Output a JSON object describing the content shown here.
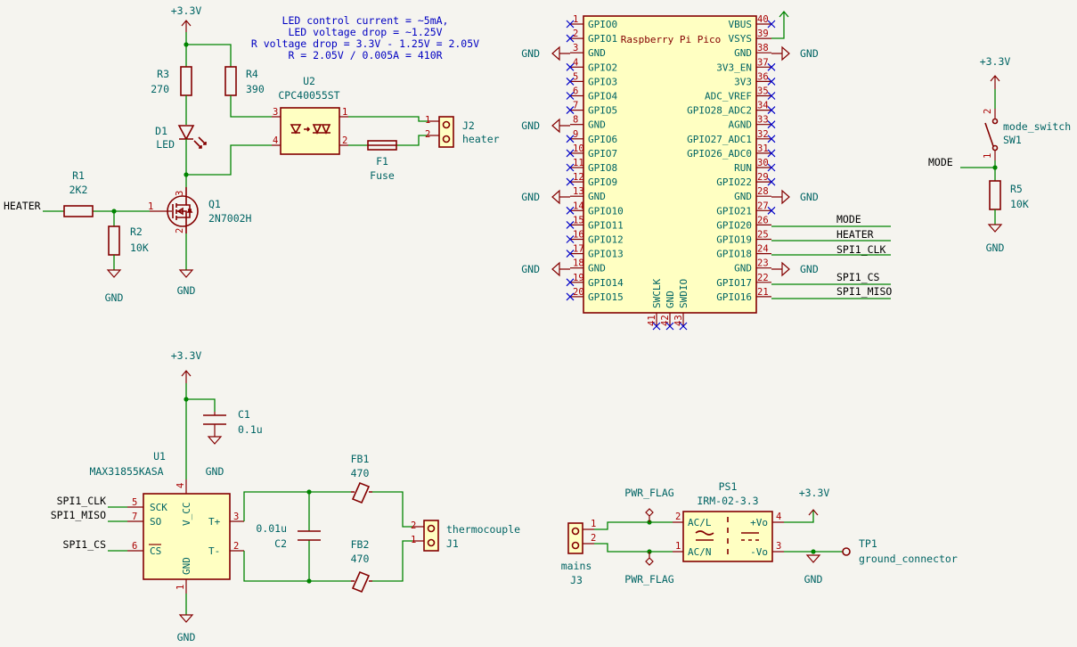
{
  "note": {
    "lines": [
      "LED control current = ~5mA,",
      "LED voltage drop = ~1.25V",
      "R voltage drop = 3.3V - 1.25V = 2.05V",
      "R = 2.05V / 0.005A = 410R"
    ]
  },
  "power": {
    "v33": "+3.3V",
    "gnd": "GND",
    "pwr_flag": "PWR_FLAG"
  },
  "labels": {
    "heater": "HEATER",
    "mode": "MODE",
    "spi_clk": "SPI1_CLK",
    "spi_cs": "SPI1_CS",
    "spi_miso": "SPI1_MISO"
  },
  "components": {
    "r1": {
      "ref": "R1",
      "value": "2K2"
    },
    "r2": {
      "ref": "R2",
      "value": "10K"
    },
    "r3": {
      "ref": "R3",
      "value": "270"
    },
    "r4": {
      "ref": "R4",
      "value": "390"
    },
    "r5": {
      "ref": "R5",
      "value": "10K"
    },
    "d1": {
      "ref": "D1",
      "value": "LED"
    },
    "q1": {
      "ref": "Q1",
      "value": "2N7002H"
    },
    "u2": {
      "ref": "U2",
      "value": "CPC40055ST"
    },
    "f1": {
      "ref": "F1",
      "value": "Fuse"
    },
    "j2": {
      "ref": "J2",
      "value": "heater"
    },
    "sw1": {
      "ref": "SW1",
      "value": "mode_switch"
    },
    "c1": {
      "ref": "C1",
      "value": "0.1u"
    },
    "c2": {
      "ref": "C2",
      "value": "0.01u"
    },
    "u1": {
      "ref": "U1",
      "value": "MAX31855KASA"
    },
    "fb1": {
      "ref": "FB1",
      "value": "470"
    },
    "fb2": {
      "ref": "FB2",
      "value": "470"
    },
    "j1": {
      "ref": "J1",
      "value": "thermocouple"
    },
    "j3": {
      "ref": "J3",
      "value": "mains"
    },
    "ps1": {
      "ref": "PS1",
      "value": "IRM-02-3.3"
    },
    "tp1": {
      "ref": "TP1",
      "value": "ground_connector"
    }
  },
  "u1_pins": {
    "sck": "SCK",
    "so": "SO",
    "cs": "CS",
    "vcc": "V_CC",
    "gnd": "GND",
    "tplus": "T+",
    "tminus": "T-"
  },
  "ps1_pins": {
    "acl": "AC/L",
    "acn": "AC/N",
    "vop": "+Vo",
    "von": "-Vo"
  },
  "pico": {
    "title": "Raspberry Pi Pico",
    "left_pins": [
      {
        "num": "1",
        "name": "GPIO0"
      },
      {
        "num": "2",
        "name": "GPIO1"
      },
      {
        "num": "3",
        "name": "GND"
      },
      {
        "num": "4",
        "name": "GPIO2"
      },
      {
        "num": "5",
        "name": "GPIO3"
      },
      {
        "num": "6",
        "name": "GPIO4"
      },
      {
        "num": "7",
        "name": "GPIO5"
      },
      {
        "num": "8",
        "name": "GND"
      },
      {
        "num": "9",
        "name": "GPIO6"
      },
      {
        "num": "10",
        "name": "GPIO7"
      },
      {
        "num": "11",
        "name": "GPIO8"
      },
      {
        "num": "12",
        "name": "GPIO9"
      },
      {
        "num": "13",
        "name": "GND"
      },
      {
        "num": "14",
        "name": "GPIO10"
      },
      {
        "num": "15",
        "name": "GPIO11"
      },
      {
        "num": "16",
        "name": "GPIO12"
      },
      {
        "num": "17",
        "name": "GPIO13"
      },
      {
        "num": "18",
        "name": "GND"
      },
      {
        "num": "19",
        "name": "GPIO14"
      },
      {
        "num": "20",
        "name": "GPIO15"
      }
    ],
    "right_pins": [
      {
        "num": "40",
        "name": "VBUS"
      },
      {
        "num": "39",
        "name": "VSYS"
      },
      {
        "num": "38",
        "name": "GND"
      },
      {
        "num": "37",
        "name": "3V3_EN"
      },
      {
        "num": "36",
        "name": "3V3"
      },
      {
        "num": "35",
        "name": "ADC_VREF"
      },
      {
        "num": "34",
        "name": "GPIO28_ADC2"
      },
      {
        "num": "33",
        "name": "AGND"
      },
      {
        "num": "32",
        "name": "GPIO27_ADC1"
      },
      {
        "num": "31",
        "name": "GPIO26_ADC0"
      },
      {
        "num": "30",
        "name": "RUN"
      },
      {
        "num": "29",
        "name": "GPIO22"
      },
      {
        "num": "28",
        "name": "GND"
      },
      {
        "num": "27",
        "name": "GPIO21"
      },
      {
        "num": "26",
        "name": "GPIO20"
      },
      {
        "num": "25",
        "name": "GPIO19"
      },
      {
        "num": "24",
        "name": "GPIO18"
      },
      {
        "num": "23",
        "name": "GND"
      },
      {
        "num": "22",
        "name": "GPIO17"
      },
      {
        "num": "21",
        "name": "GPIO16"
      }
    ],
    "bottom_pins": [
      {
        "num": "41",
        "name": "SWCLK"
      },
      {
        "num": "42",
        "name": "GND"
      },
      {
        "num": "43",
        "name": "SWDIO"
      }
    ]
  }
}
